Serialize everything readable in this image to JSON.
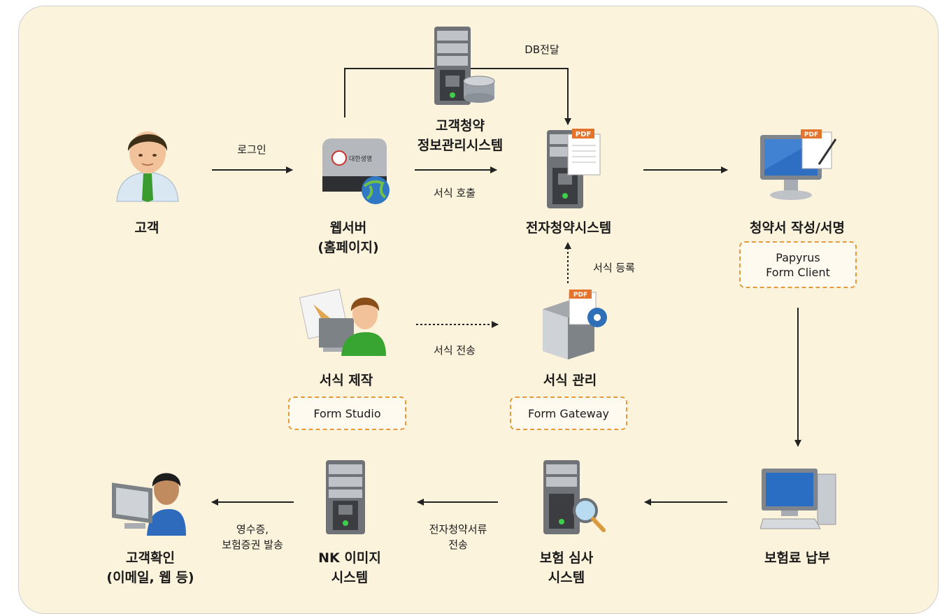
{
  "nodes": {
    "customer": "고객",
    "webserver": "웹서버\n(홈페이지)",
    "db_system": "고객청약\n정보관리시스템",
    "e_system": "전자청약시스템",
    "sign": "청약서 작성/서명",
    "form_make": "서식 제작",
    "form_manage": "서식 관리",
    "payment": "보험료 납부",
    "review": "보험 심사\n시스템",
    "nk": "NK 이미지\n시스템",
    "confirm": "고객확인\n(이메일, 웹 등)"
  },
  "tags": {
    "papyrus": "Papyrus\nForm Client",
    "studio": "Form Studio",
    "gateway": "Form Gateway"
  },
  "edges": {
    "login": "로그인",
    "db_send": "DB전달",
    "call": "서식 호출",
    "register": "서식 등록",
    "transfer": "서식 전송",
    "docs": "전자청약서류\n전송",
    "receipt": "영수증,\n보험증권 발송"
  },
  "logo_text": "대한생명",
  "pdf_text": "PDF",
  "icons": [
    "customer-person-icon",
    "webserver-icon",
    "database-server-icon",
    "pdf-server-icon",
    "monitor-pdf-icon",
    "designer-person-icon",
    "form-gateway-icon",
    "desktop-computer-icon",
    "search-server-icon",
    "image-server-icon",
    "user-at-computer-icon"
  ]
}
